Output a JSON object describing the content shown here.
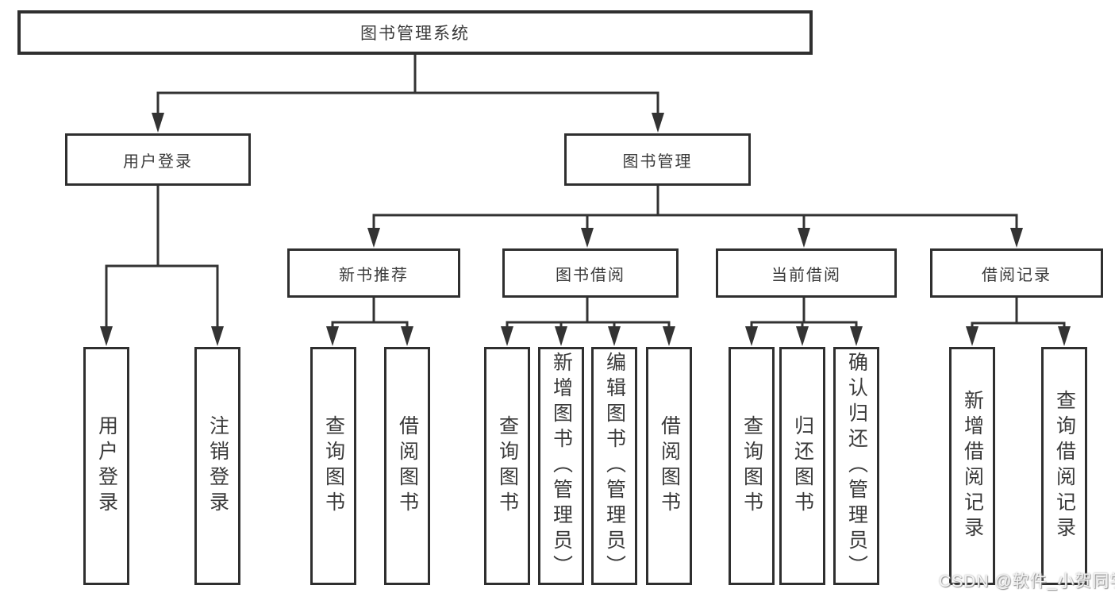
{
  "tree": {
    "label": "图书管理系统",
    "children": [
      {
        "label": "用户登录",
        "children": [
          {
            "label": "用户登录"
          },
          {
            "label": "注销登录"
          }
        ]
      },
      {
        "label": "图书管理",
        "children": [
          {
            "label": "新书推荐",
            "children": [
              {
                "label": "查询图书"
              },
              {
                "label": "借阅图书"
              }
            ]
          },
          {
            "label": "图书借阅",
            "children": [
              {
                "label": "查询图书"
              },
              {
                "label": "新增图书（管理员）"
              },
              {
                "label": "编辑图书（管理员）"
              },
              {
                "label": "借阅图书"
              }
            ]
          },
          {
            "label": "当前借阅",
            "children": [
              {
                "label": "查询图书"
              },
              {
                "label": "归还图书"
              },
              {
                "label": "确认归还（管理员）"
              }
            ]
          },
          {
            "label": "借阅记录",
            "children": [
              {
                "label": "新增借阅记录"
              },
              {
                "label": "查询借阅记录"
              }
            ]
          }
        ]
      }
    ]
  },
  "watermark": {
    "text": "CSDN @软件_小贺同学"
  },
  "colors": {
    "background": "#ffffff",
    "box_border": "#2f2f2f",
    "line": "#333333",
    "text": "#3a3a3a",
    "watermark_text": "#f4f4f4"
  }
}
